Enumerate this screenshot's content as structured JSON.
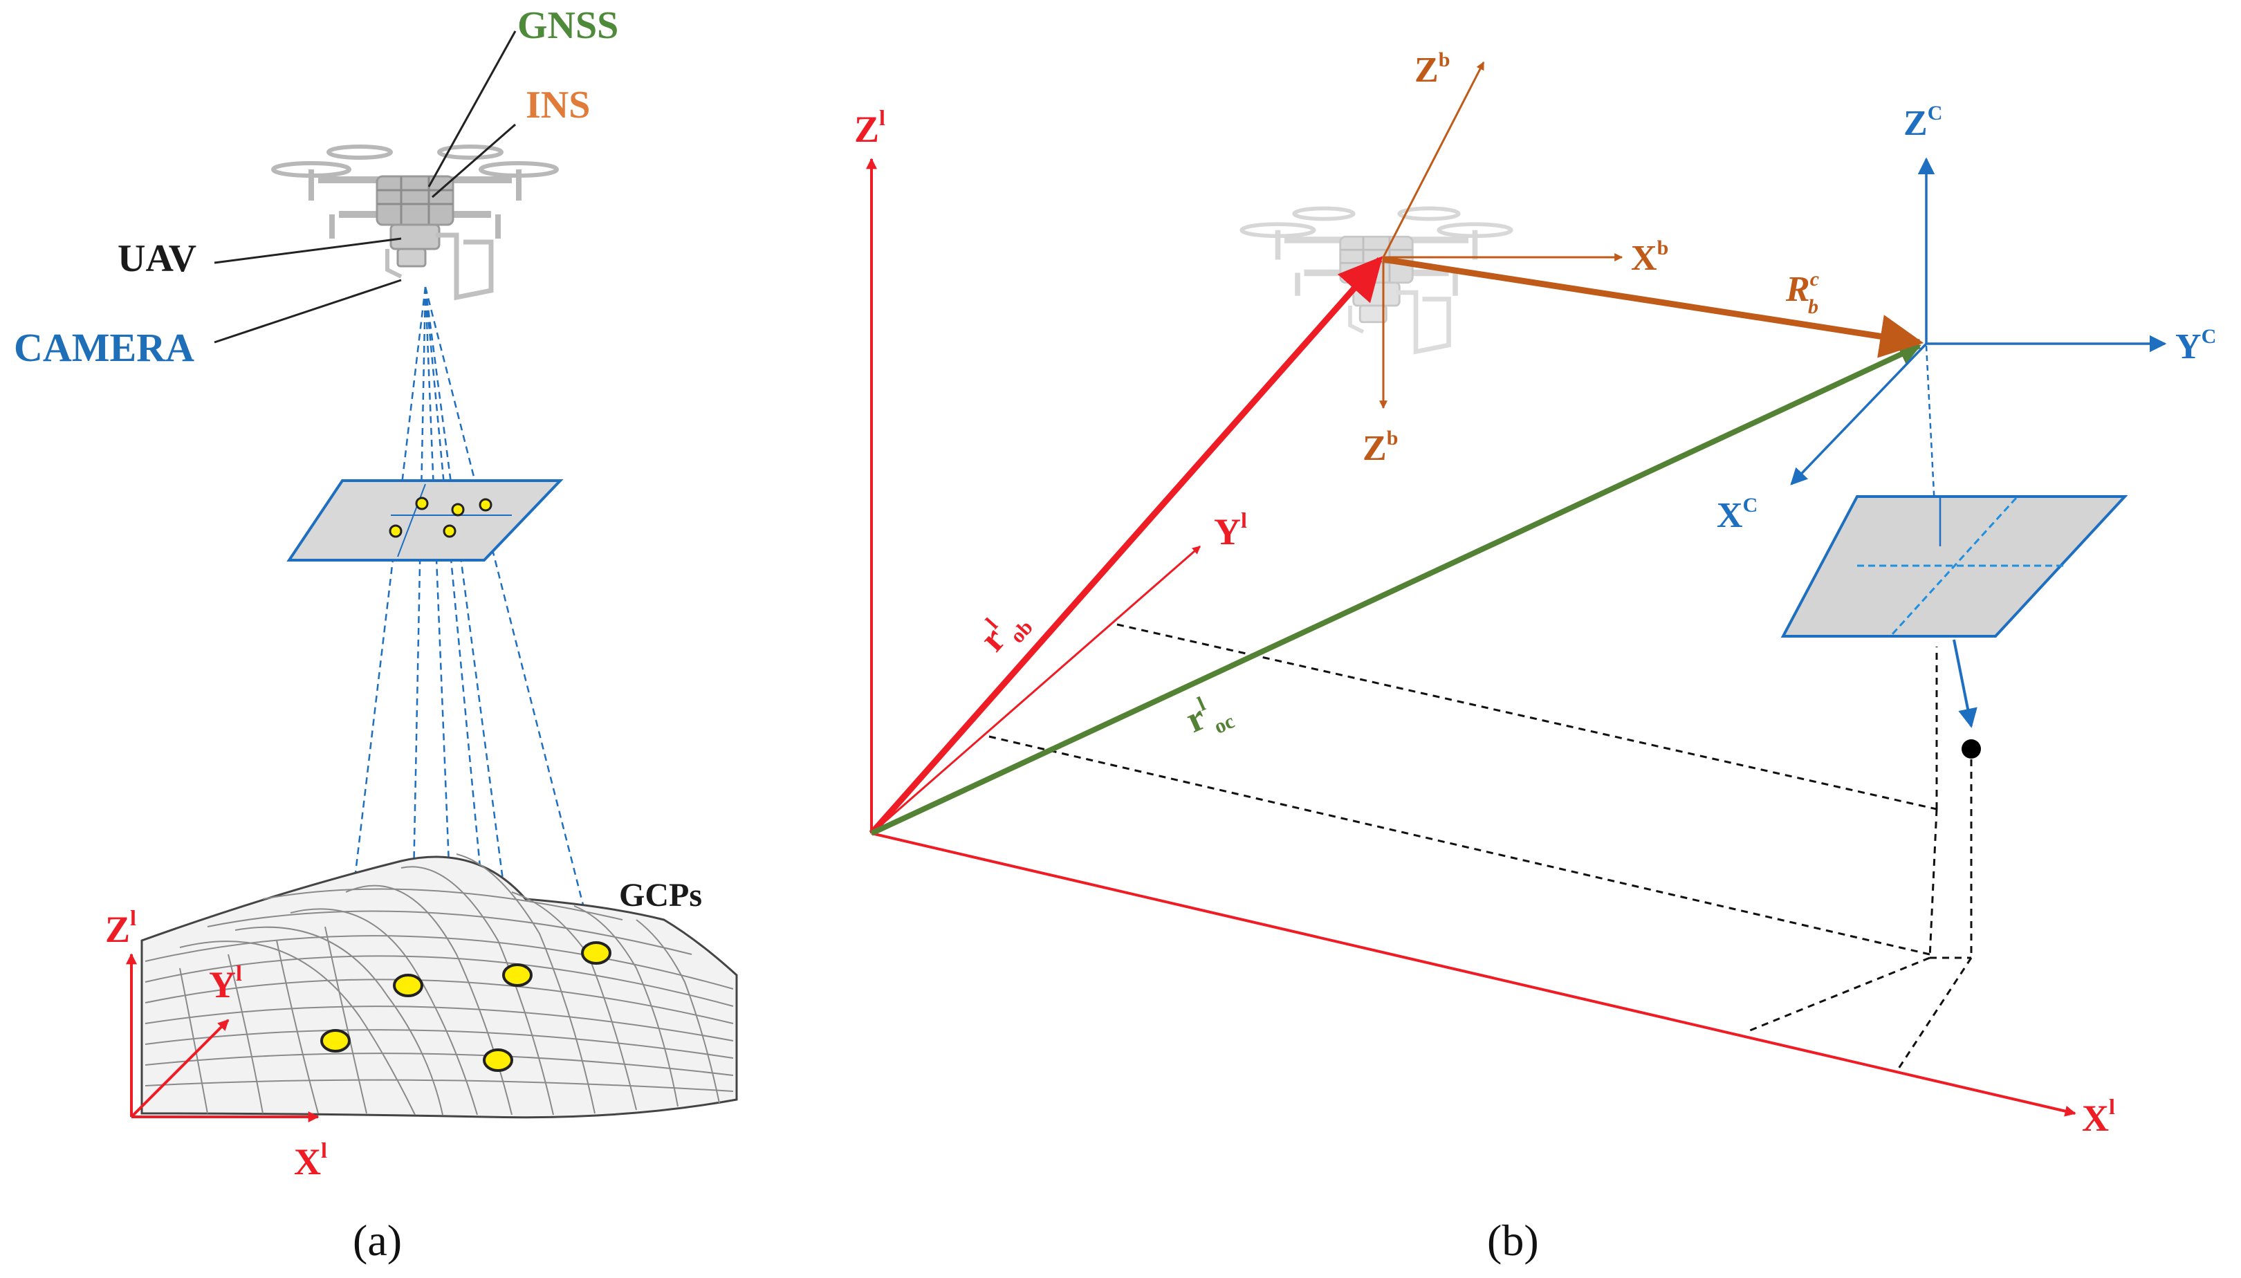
{
  "panel_a": {
    "caption": "(a)",
    "labels": {
      "gnss": "GNSS",
      "ins": "INS",
      "uav": "UAV",
      "camera": "CAMERA",
      "gcps": "GCPs",
      "axis_z": "Z",
      "axis_y": "Y",
      "axis_x": "X",
      "sup_l": "l"
    }
  },
  "panel_b": {
    "caption": "(b)",
    "labels": {
      "axis_z": "Z",
      "axis_y": "Y",
      "axis_x": "X",
      "sup_l": "l",
      "body_z": "Z",
      "body_x": "X",
      "sup_b": "b",
      "cam_z": "Z",
      "cam_y": "Y",
      "cam_x": "X",
      "sup_c": "C",
      "r_ob": "r",
      "r_ob_sup": "l",
      "r_ob_sub": "ob",
      "r_oc": "r",
      "r_oc_sup": "l",
      "r_oc_sub": "oc",
      "R_cb": "R",
      "R_cb_sup": "c",
      "R_cb_sub": "b"
    }
  },
  "colors": {
    "gnss": "#4e8a3a",
    "ins": "#e07b39",
    "uav": "#1a1a1a",
    "camera": "#1f6fb8",
    "red": "#ee1c24",
    "orange": "#c05a18",
    "blue": "#1f6fc0",
    "green": "#548235"
  }
}
